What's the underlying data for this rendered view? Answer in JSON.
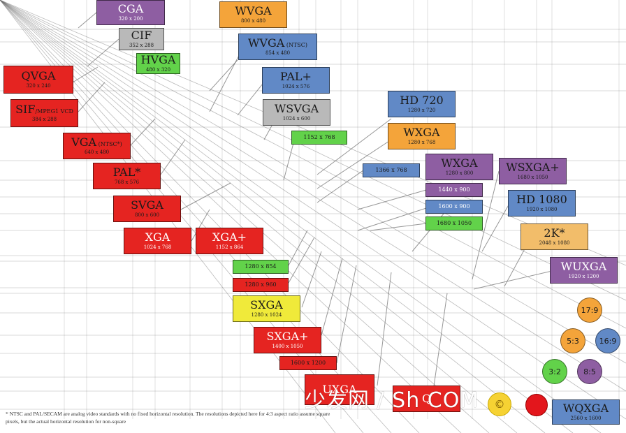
{
  "colors": {
    "red": "#e52421",
    "purple": "#8e5ea2",
    "grey": "#b9b9b9",
    "green": "#62d24a",
    "orange": "#f4a43a",
    "blue": "#6189c6",
    "yellow": "#f0ea3a",
    "tan": "#f2bd6a",
    "line": "#6b6b6b"
  },
  "boxes": [
    {
      "id": "cga",
      "name": "CGA",
      "res": "320 x 200",
      "color": "purple",
      "text": "dark"
    },
    {
      "id": "cif",
      "name": "CIF",
      "res": "352 x 288",
      "color": "grey",
      "text": "light"
    },
    {
      "id": "hvga",
      "name": "HVGA",
      "res": "480 x 320",
      "color": "green",
      "text": "light"
    },
    {
      "id": "qvga",
      "name": "QVGA",
      "res": "320 x 240",
      "color": "red",
      "text": "light"
    },
    {
      "id": "sif",
      "name": "SIF",
      "sub": "/MPEG1 VCD",
      "res": "384 x 288",
      "color": "red",
      "text": "light"
    },
    {
      "id": "vga",
      "name": "VGA",
      "sub": " (NTSC*)",
      "res": "640 x 480",
      "color": "red",
      "text": "light"
    },
    {
      "id": "pal",
      "name": "PAL*",
      "res": "768 x 576",
      "color": "red",
      "text": "light"
    },
    {
      "id": "svga",
      "name": "SVGA",
      "res": "800 x 600",
      "color": "red",
      "text": "light"
    },
    {
      "id": "xga",
      "name": "XGA",
      "res": "1024 x 768",
      "color": "red",
      "text": "dark"
    },
    {
      "id": "xgaplus",
      "name": "XGA+",
      "res": "1152 x 864",
      "color": "red",
      "text": "dark"
    },
    {
      "id": "wvga1",
      "name": "WVGA",
      "res": "800 x 480",
      "color": "orange",
      "text": "light"
    },
    {
      "id": "wvga2",
      "name": "WVGA",
      "sub": " (NTSC)",
      "res": "854 x 480",
      "color": "blue",
      "text": "light"
    },
    {
      "id": "palplus",
      "name": "PAL+",
      "res": "1024 x 576",
      "color": "blue",
      "text": "light"
    },
    {
      "id": "wsvga",
      "name": "WSVGA",
      "res": "1024 x 600",
      "color": "grey",
      "text": "light"
    },
    {
      "id": "g1152",
      "res": "1152 x 768",
      "color": "green",
      "text": "light"
    },
    {
      "id": "hd720",
      "name": "HD 720",
      "res": "1280 x 720",
      "color": "blue",
      "text": "light"
    },
    {
      "id": "wxga1",
      "name": "WXGA",
      "res": "1280 x 768",
      "color": "orange",
      "text": "light"
    },
    {
      "id": "b1366",
      "res": "1366 x 768",
      "color": "blue",
      "text": "light"
    },
    {
      "id": "wxga2",
      "name": "WXGA",
      "res": "1280 x 800",
      "color": "purple",
      "text": "light"
    },
    {
      "id": "p1440",
      "res": "1440 x 900",
      "color": "purple",
      "text": "dark"
    },
    {
      "id": "b1600",
      "res": "1600 x 900",
      "color": "blue",
      "text": "dark"
    },
    {
      "id": "g1680",
      "res": "1680 x 1050",
      "color": "green",
      "text": "light"
    },
    {
      "id": "wsxgaplus",
      "name": "WSXGA+",
      "res": "1680 x 1050",
      "color": "purple",
      "text": "light"
    },
    {
      "id": "hd1080",
      "name": "HD 1080",
      "res": "1920 x 1080",
      "color": "blue",
      "text": "light"
    },
    {
      "id": "k2",
      "name": "2K*",
      "res": "2048 x 1080",
      "color": "tan",
      "text": "light"
    },
    {
      "id": "wuxga",
      "name": "WUXGA",
      "res": "1920 x 1200",
      "color": "purple",
      "text": "dark"
    },
    {
      "id": "g1280",
      "res": "1280 x 854",
      "color": "green",
      "text": "light"
    },
    {
      "id": "r1280",
      "res": "1280 x 960",
      "color": "red",
      "text": "light"
    },
    {
      "id": "sxga",
      "name": "SXGA",
      "res": "1280 x 1024",
      "color": "yellow",
      "text": "light"
    },
    {
      "id": "sxgaplus",
      "name": "SXGA+",
      "res": "1400 x 1050",
      "color": "red",
      "text": "dark"
    },
    {
      "id": "r1600",
      "res": "1600 x 1200",
      "color": "red",
      "text": "light"
    },
    {
      "id": "uxga",
      "name": "UXGA",
      "res": "",
      "color": "red",
      "text": "dark"
    },
    {
      "id": "qsxga",
      "name": "Q",
      "res": "",
      "color": "red",
      "text": "dark"
    },
    {
      "id": "wqxga",
      "name": "WQXGA",
      "res": "2560 x 1600",
      "color": "blue",
      "text": "light"
    }
  ],
  "ratios": [
    {
      "id": "r179",
      "label": "17:9",
      "color": "orange"
    },
    {
      "id": "r53",
      "label": "5:3",
      "color": "orange"
    },
    {
      "id": "r169",
      "label": "16:9",
      "color": "blue"
    },
    {
      "id": "r32",
      "label": "3:2",
      "color": "green"
    },
    {
      "id": "r85",
      "label": "8:5",
      "color": "purple"
    }
  ],
  "watermark": "少发网 / Sh    COM",
  "watermark_icon": "©",
  "footnote": "* NTSC and PAL/SECAM are analog video standards with no fixed horizontal resolution. The resolutions depicted here for 4:3 aspect ratio assume square pixels, but the actual horizontal resolution for non-square"
}
